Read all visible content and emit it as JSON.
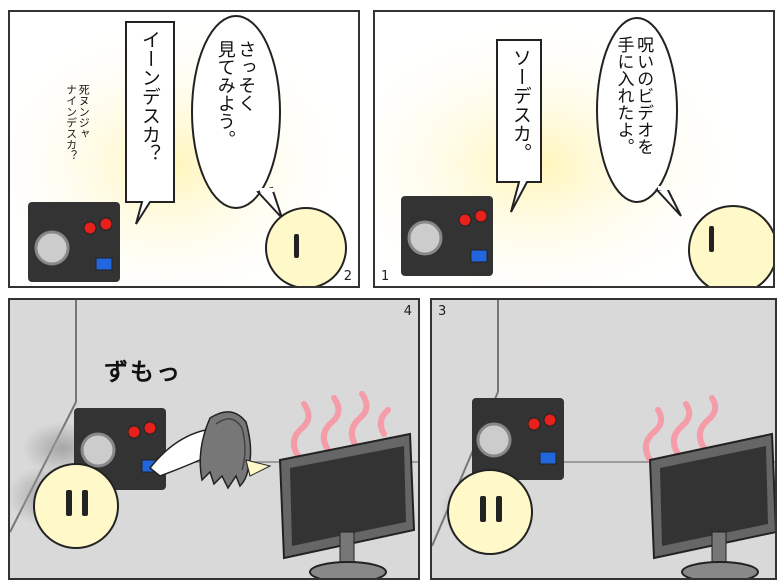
{
  "panels": {
    "p1": {
      "number": "1",
      "robot_speech": "ソーデスカ。",
      "ball_speech": "呪いのビデオを\n手に入れたよ。"
    },
    "p2": {
      "number": "2",
      "robot_speech": "イーンデスカ？",
      "robot_whisper": "死ヌンジャ\nナインデスカ？",
      "ball_speech": "さっそく\n見てみよう。"
    },
    "p3": {
      "number": "3"
    },
    "p4": {
      "number": "4",
      "sound_effect": "ずもっ"
    }
  },
  "colors": {
    "border": "#333333",
    "ball": "#fff8c8",
    "glow": "#fff6c0",
    "room": "#d9d9d9",
    "robot_body": "#333333",
    "robot_eye": "#e8211c",
    "robot_mouth": "#2266dd",
    "heat": "#ff8899"
  }
}
